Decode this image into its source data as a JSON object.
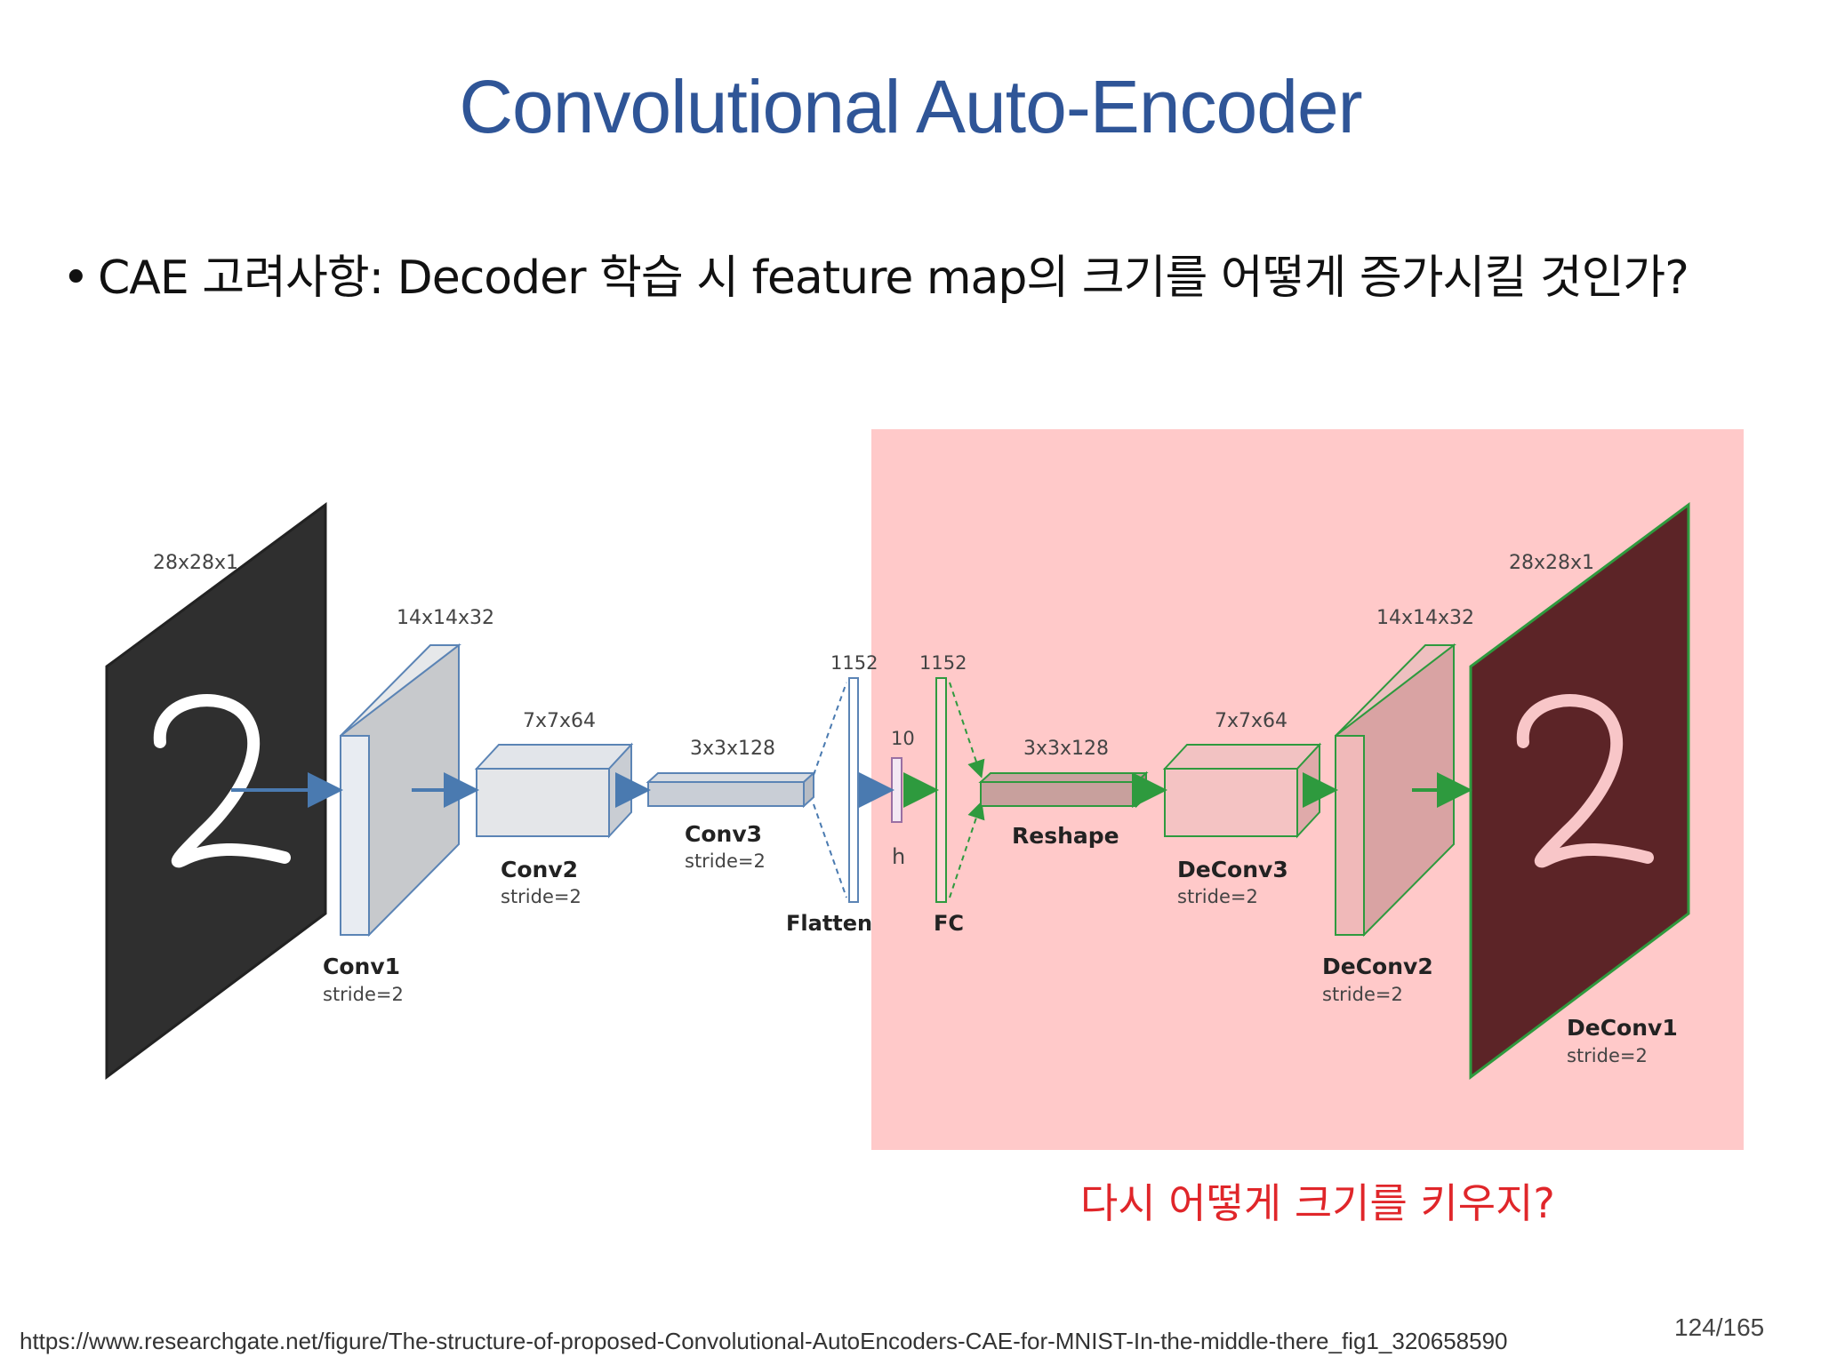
{
  "slide": {
    "title": "Convolutional Auto-Encoder",
    "bullet": "CAE 고려사항: Decoder 학습 시 feature map의 크기를 어떻게 증가시킬 것인가?",
    "note": "다시 어떻게 크기를 키우지?",
    "source": "https://www.researchgate.net/figure/The-structure-of-proposed-Convolutional-AutoEncoders-CAE-for-MNIST-In-the-middle-there_fig1_320658590",
    "page": "124/165"
  },
  "diagram": {
    "input_size": "28x28x1",
    "input_digit": "2",
    "conv1": {
      "size": "14x14x32",
      "name": "Conv1",
      "stride": "stride=2"
    },
    "conv2": {
      "size": "7x7x64",
      "name": "Conv2",
      "stride": "stride=2"
    },
    "conv3": {
      "size": "3x3x128",
      "name": "Conv3",
      "stride": "stride=2"
    },
    "flatten": {
      "size": "1152",
      "name": "Flatten"
    },
    "h": {
      "size": "10",
      "name": "h"
    },
    "fc": {
      "size": "1152",
      "name": "FC"
    },
    "reshape": {
      "size": "3x3x128",
      "name": "Reshape"
    },
    "deconv3": {
      "size": "7x7x64",
      "name": "DeConv3",
      "stride": "stride=2"
    },
    "deconv2": {
      "size": "14x14x32",
      "name": "DeConv2",
      "stride": "stride=2"
    },
    "output_size": "28x28x1",
    "output_digit": "2",
    "deconv1": {
      "name": "DeConv1",
      "stride": "stride=2"
    },
    "colors": {
      "decoder_highlight": "#ffc9c9",
      "encoder_arrow": "#4a7ab0",
      "decoder_arrow": "#2e9a3e",
      "title": "#2f5597",
      "note": "#e0262a"
    }
  }
}
